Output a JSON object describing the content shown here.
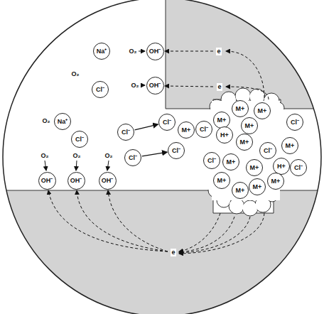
{
  "diagram": {
    "nodes": [
      {
        "text": [
          "Na⁺"
        ]
      },
      {
        "text": [
          "OH⁻"
        ]
      },
      {
        "text": [
          "OH⁻"
        ]
      },
      {
        "text": [
          "Cl⁻"
        ]
      },
      {
        "text": [
          "M+"
        ]
      },
      {
        "text": [
          "M+"
        ]
      },
      {
        "text": [
          "M+"
        ]
      },
      {
        "text": [
          "Na⁺"
        ]
      },
      {
        "text": [
          "Cl⁻"
        ]
      },
      {
        "text": [
          "Cl⁻"
        ]
      },
      {
        "text": [
          "M+"
        ]
      },
      {
        "text": [
          "Cl⁻"
        ]
      },
      {
        "text": [
          "M+"
        ]
      },
      {
        "text": [
          "Cl⁻"
        ]
      },
      {
        "text": [
          "H+"
        ]
      },
      {
        "text": [
          "Cl⁻"
        ]
      },
      {
        "text": [
          "M+"
        ]
      },
      {
        "text": [
          "M+"
        ]
      },
      {
        "text": [
          "Cl⁻"
        ]
      },
      {
        "text": [
          "Cl⁻"
        ]
      },
      {
        "text": [
          "Cl⁻"
        ]
      },
      {
        "text": [
          "Cl⁻"
        ]
      },
      {
        "text": [
          "M+"
        ]
      },
      {
        "text": [
          "H+"
        ]
      },
      {
        "text": [
          "Cl⁻"
        ]
      },
      {
        "text": [
          "M+"
        ]
      },
      {
        "text": [
          "OH⁻"
        ]
      },
      {
        "text": [
          "OH⁻"
        ]
      },
      {
        "text": [
          "OH⁻"
        ]
      },
      {
        "text": [
          "M+"
        ]
      },
      {
        "text": [
          "M+"
        ]
      },
      {
        "text": [
          "M+"
        ]
      },
      {
        "text": [
          "M+"
        ]
      }
    ],
    "edges": [
      {
        "from": 13,
        "to": 8,
        "arrow": "to"
      },
      {
        "from": 20,
        "to": 19,
        "arrow": "to"
      }
    ],
    "labels": [
      "O₂",
      "e",
      "O₂",
      "O₂",
      "e",
      "O₂",
      "O₂",
      "O₂",
      "O₂",
      "e"
    ]
  }
}
